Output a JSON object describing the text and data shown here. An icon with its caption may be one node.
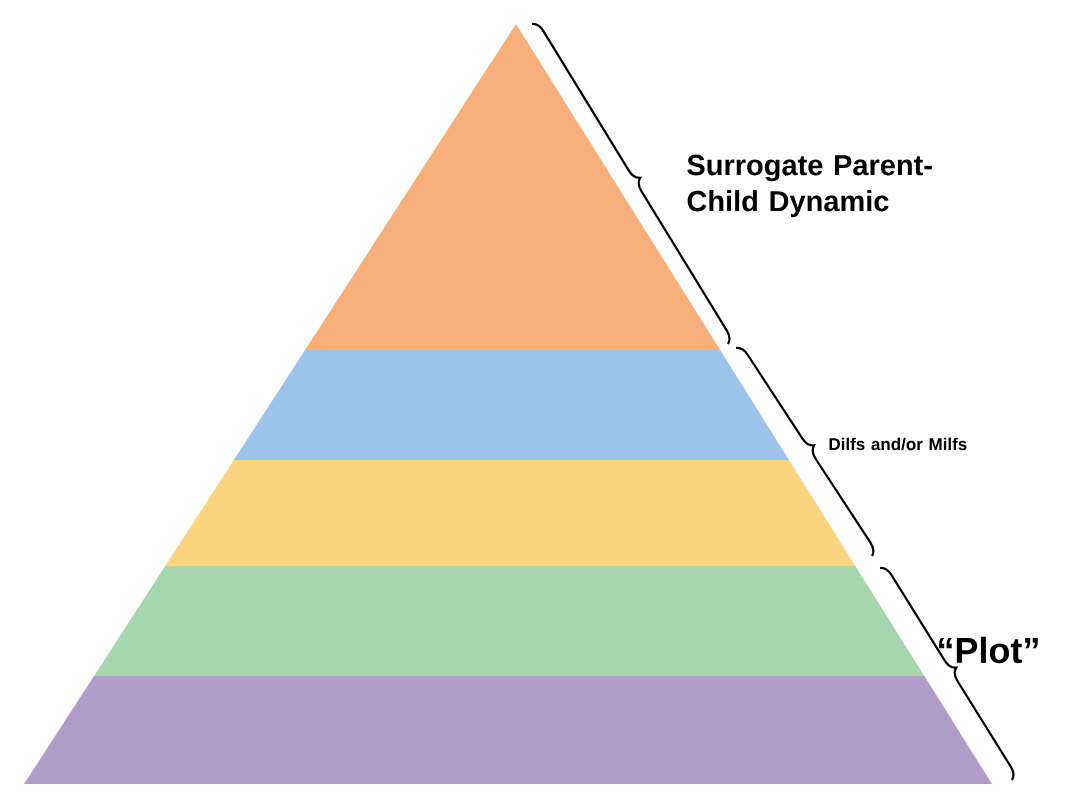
{
  "diagram": {
    "labels": [
      "Surrogate Parent- Child Dynamic",
      "Dilfs and/or Milfs",
      "“Plot”"
    ]
  }
}
